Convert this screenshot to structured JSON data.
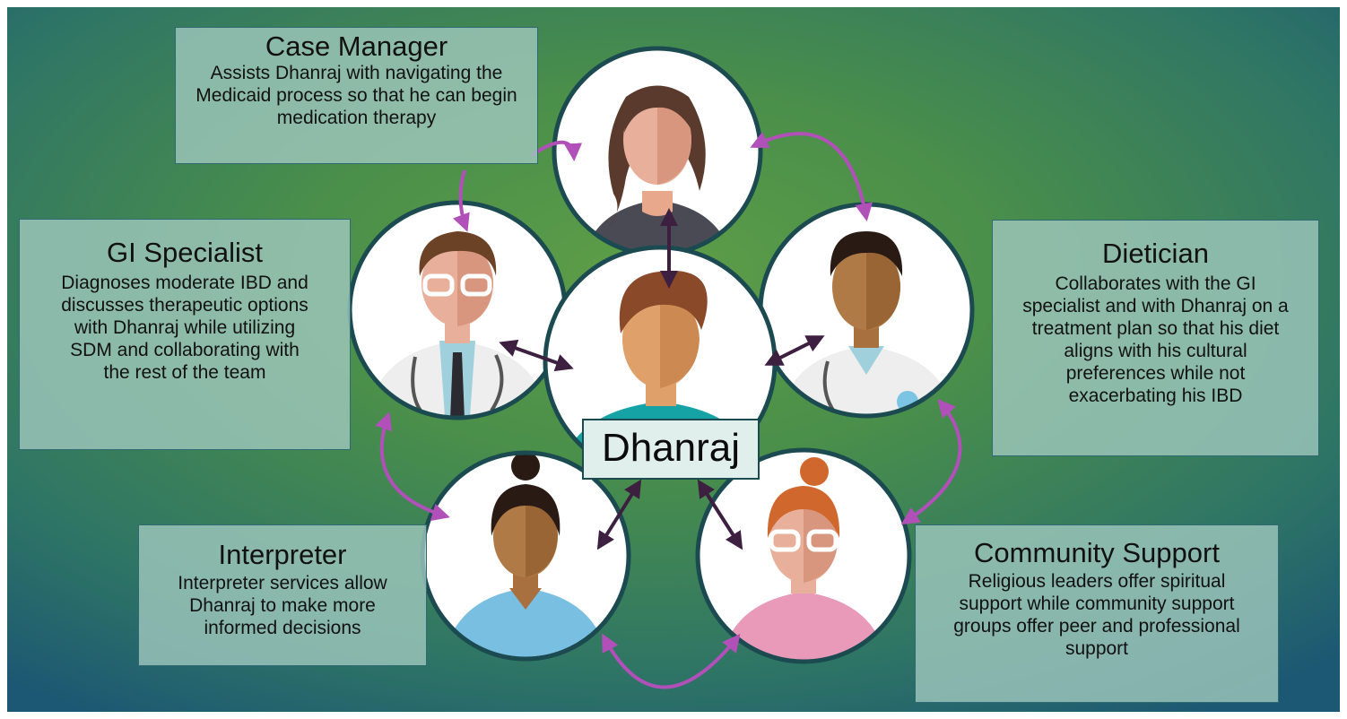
{
  "diagram": {
    "colors": {
      "background_center": "#4a8f4a",
      "background_edge": "#1c5873",
      "circle_border": "#1b4a50",
      "box_fill": "#a0c8be",
      "purple_arrows": "#b050b8",
      "dark_arrows": "#3d1f40"
    },
    "center": {
      "name": "Dhanraj",
      "icon": "patient-avatar-icon"
    },
    "roles": [
      {
        "id": "case-manager",
        "title": "Case Manager",
        "description": "Assists Dhanraj with navigating the Medicaid process so that he can begin medication therapy",
        "icon": "case-manager-avatar-icon"
      },
      {
        "id": "gi-specialist",
        "title": "GI Specialist",
        "description": "Diagnoses moderate IBD and discusses therapeutic options with Dhanraj while utilizing SDM and collaborating with the rest of the team",
        "icon": "doctor-avatar-icon"
      },
      {
        "id": "dietician",
        "title": "Dietician",
        "description": "Collaborates with the GI specialist and with Dhanraj on a treatment plan so that his diet aligns with his cultural preferences while not exacerbating his IBD",
        "icon": "dietician-avatar-icon"
      },
      {
        "id": "interpreter",
        "title": "Interpreter",
        "description": "Interpreter services allow Dhanraj to make more informed decisions",
        "icon": "interpreter-avatar-icon"
      },
      {
        "id": "community-support",
        "title": "Community Support",
        "description": "Religious leaders offer spiritual support while community support groups offer peer and professional support",
        "icon": "community-support-avatar-icon"
      }
    ]
  }
}
